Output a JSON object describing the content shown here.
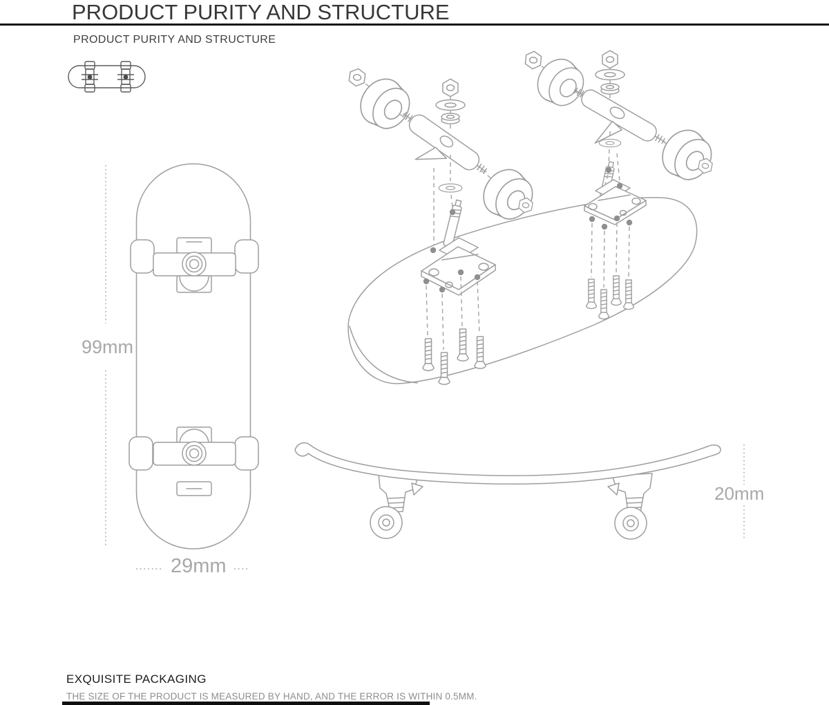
{
  "header": {
    "title": "PRODUCT PURITY AND STRUCTURE",
    "subtitle": "PRODUCT PURITY AND STRUCTURE"
  },
  "dimensions": {
    "length_label": "99mm",
    "width_label": "29mm",
    "height_label": "20mm"
  },
  "footer": {
    "heading": "EXQUISITE PACKAGING",
    "note": "THE SIZE OF THE PRODUCT IS MEASURED BY HAND, AND THE ERROR IS WITHIN 0.5MM."
  },
  "diagrams": {
    "thumbnail": "fingerboard-top-thumbnail-icon",
    "top_view": "fingerboard-top-view-drawing",
    "exploded_view": "fingerboard-exploded-assembly-drawing",
    "side_view": "fingerboard-side-view-drawing"
  },
  "colors": {
    "line_art": "#9e9e9e",
    "dimension_text": "#a8a8a8",
    "title_text": "#373737",
    "note_text": "#8d8d8d",
    "divider": "#161616"
  }
}
